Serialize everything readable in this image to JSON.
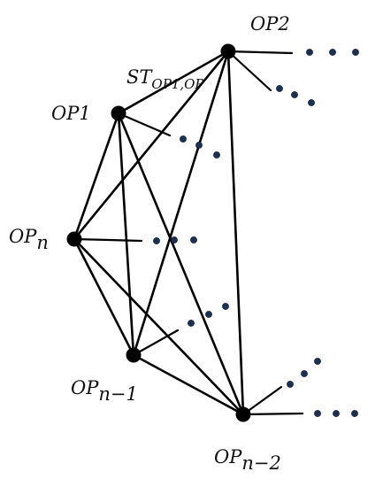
{
  "nodes": {
    "op1": {
      "name": "OP",
      "num": "1"
    },
    "op2": {
      "name": "OP",
      "num": "2"
    },
    "opn": {
      "name": "OP",
      "sub": "n"
    },
    "opn1": {
      "name": "OP",
      "sub": "n−1"
    },
    "opn2": {
      "name": "OP",
      "sub": "n−2"
    }
  },
  "edge_label": {
    "name": "ST",
    "sub": "OP1,OP"
  },
  "colors": {
    "line": "#000000",
    "node": "#000000",
    "dot": "#1c2f55"
  }
}
